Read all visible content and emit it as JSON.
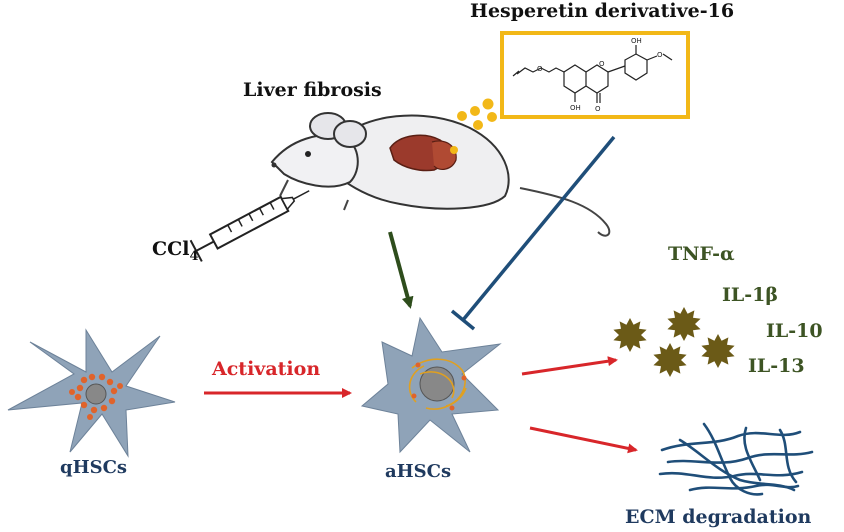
{
  "labels": {
    "compound": "Hesperetin derivative-16",
    "disease": "Liver fibrosis",
    "ccl4_base": "CCl",
    "ccl4_sub": "4",
    "activation": "Activation",
    "quiescent_cell": "qHSCs",
    "activated_cell": "aHSCs",
    "ecm": "ECM degradation",
    "cytokines": [
      "TNF-α",
      "IL-1β",
      "IL-10",
      "IL-13"
    ]
  },
  "structure_atoms": {
    "oh_top": "OH",
    "oh_bottom": "OH",
    "ketone_o": "O",
    "ring_o": "O",
    "ether_o": "O",
    "methoxy_o": "O"
  },
  "colors": {
    "activation_arrow": "#d8262a",
    "ccl4_arrow": "#2e4d1c",
    "inhibition_line": "#1f4e79",
    "compound_frame": "#f2b818",
    "cytokine": "#6b5a17",
    "cell": "#8fa3b8",
    "ecm_fiber": "#1f4e79"
  }
}
